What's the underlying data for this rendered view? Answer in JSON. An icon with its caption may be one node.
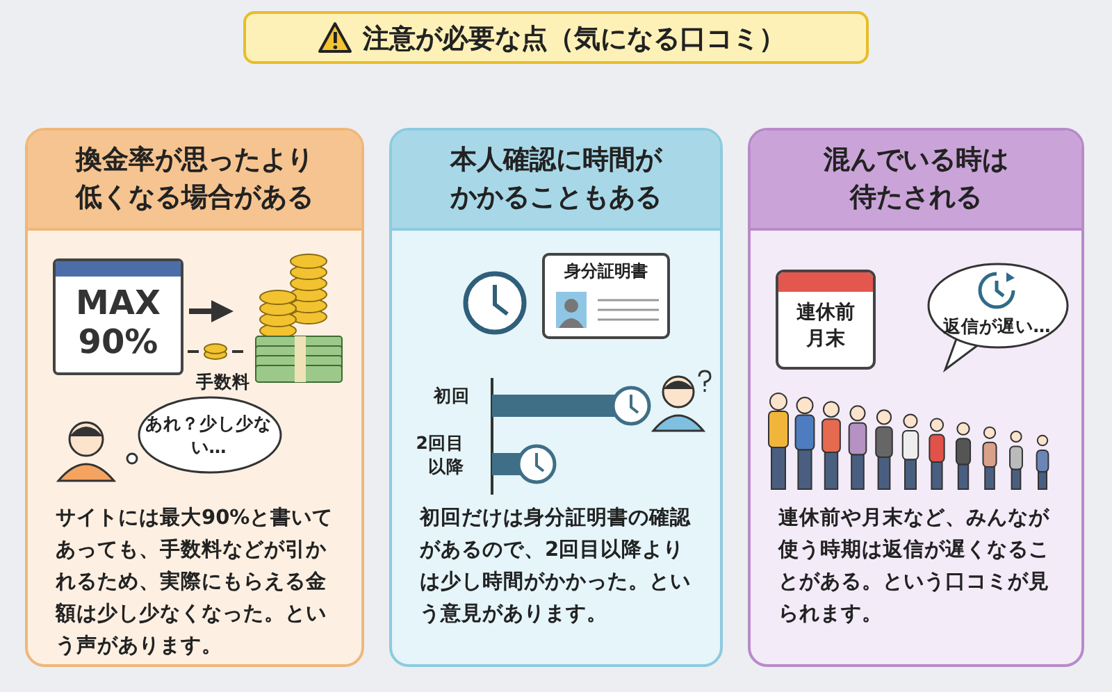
{
  "diagram": {
    "title": "注意が必要な点（気になる口コミ）",
    "nodes": [
      {
        "text": [
          "換金率が思ったより低くなる場合がある",
          "サイトには最大90%と書いてあっても、手数料などが引かれるため、実際にもらえる金額は少し少なくなった。という声があります。"
        ]
      },
      {
        "text": [
          "MAX 90%"
        ],
        "in": 0
      },
      {
        "text": [],
        "shape": "picture",
        "in": 0
      },
      {
        "text": [
          "あれ？少し少ない…"
        ],
        "in": 0
      },
      {
        "text": [
          "本人確認に時間がかかることもある",
          "初回だけは身分証明書の確認があるので、2回目以降よりは少し時間がかかった。という意見があります。"
        ]
      },
      {
        "text": [
          "身分証明書"
        ],
        "in": 4
      },
      {
        "text": [
          "混んでいる時は待たされる",
          "連休前や月末など、みんなが使う時期は返信が遅くなることがある。という口コミが見られます。"
        ]
      },
      {
        "text": [
          "連休前月末"
        ],
        "in": 6
      },
      {
        "text": [
          "返信が遅い…"
        ],
        "in": 6
      }
    ],
    "edges": [
      {
        "from": 1,
        "to": 2,
        "arrow": "to"
      }
    ],
    "labels": [
      "手数料",
      "初回",
      "2回目以降"
    ]
  }
}
